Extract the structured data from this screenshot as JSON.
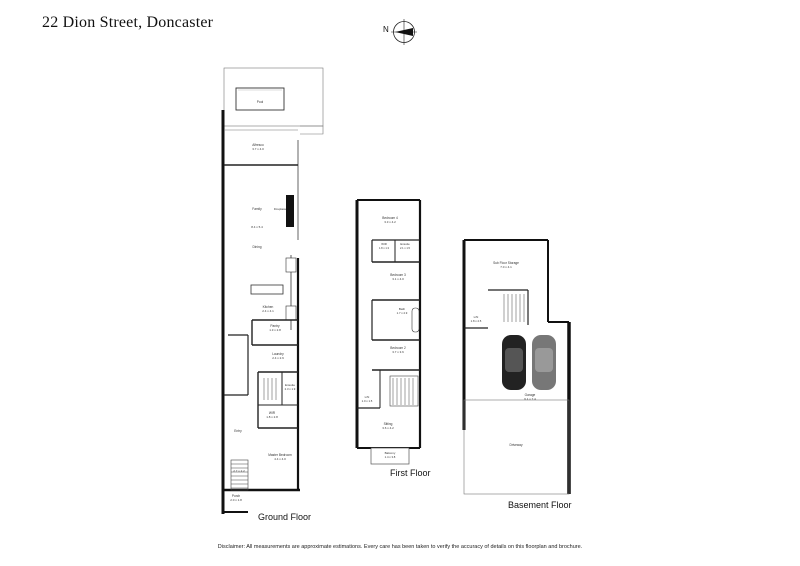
{
  "title": "22 Dion Street, Doncaster",
  "compass": {
    "label": "N"
  },
  "floors": {
    "ground": {
      "label": "Ground Floor",
      "rooms": [
        {
          "name": "Pool",
          "dims": ""
        },
        {
          "name": "Alfresco",
          "dims": "3.7 x 4.0"
        },
        {
          "name": "Family",
          "dims": ""
        },
        {
          "name": "Fireplace",
          "dims": ""
        },
        {
          "name": "Dining",
          "dims": "8.4 x 5.4"
        },
        {
          "name": "Kitchen",
          "dims": "2.4 x 4.1"
        },
        {
          "name": "Pantry",
          "dims": "1.3 x 2.8"
        },
        {
          "name": "Laundry",
          "dims": "2.4 x 2.9"
        },
        {
          "name": "Ensuite",
          "dims": "2.3 x 1.9"
        },
        {
          "name": "WIR",
          "dims": "1.8 x 2.8"
        },
        {
          "name": "Entry",
          "dims": ""
        },
        {
          "name": "Master Bedroom",
          "dims": "4.4 x 4.0"
        },
        {
          "name": "Porch",
          "dims": "2.0 x 1.8"
        },
        {
          "name": "Stairs",
          "dims": "2.7 x 2.2"
        }
      ]
    },
    "first": {
      "label": "First Floor",
      "rooms": [
        {
          "name": "Bedroom 4",
          "dims": "3.3 x 4.2"
        },
        {
          "name": "Ensuite",
          "dims": "2.1 x 1.5"
        },
        {
          "name": "WIR",
          "dims": "1.8 x 1.3"
        },
        {
          "name": "Bedroom 3",
          "dims": "3.1 x 4.0"
        },
        {
          "name": "Bath",
          "dims": "1.7 x 2.9"
        },
        {
          "name": "Bedroom 2",
          "dims": "3.7 x 3.6"
        },
        {
          "name": "Sitting",
          "dims": "3.6 x 4.2"
        },
        {
          "name": "Balcony",
          "dims": "1.4 x 3.8"
        },
        {
          "name": "L/N",
          "dims": "1.0 x 1.5"
        }
      ]
    },
    "basement": {
      "label": "Basement Floor",
      "rooms": [
        {
          "name": "Sub Floor Storage",
          "dims": "7.0 x 4.1"
        },
        {
          "name": "Garage",
          "dims": "6.1 x 7.4"
        },
        {
          "name": "Driveway",
          "dims": ""
        },
        {
          "name": "L/N",
          "dims": "1.8 x 2.5"
        }
      ]
    }
  },
  "disclaimer": "Disclaimer: All measurements are approximate estimations. Every care has been taken to verify the accuracy of details on this floorplan and brochure."
}
